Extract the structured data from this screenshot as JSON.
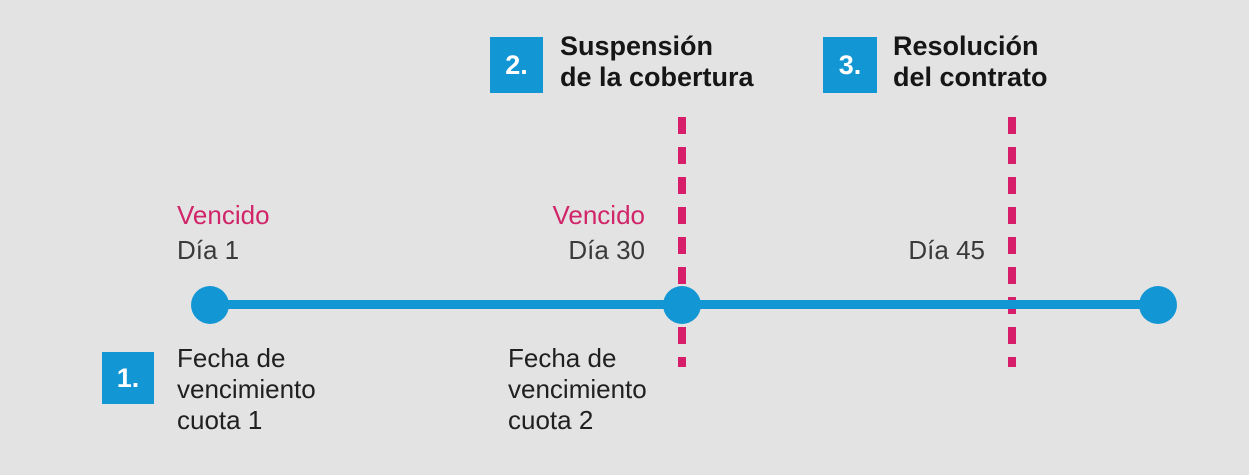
{
  "palette": {
    "background": "#e3e3e3",
    "accent_blue": "#1397d4",
    "accent_pink": "#d61e6b",
    "text_dark": "#161616",
    "text_gray": "#3a3a3a"
  },
  "top_events": [
    {
      "number": "2.",
      "title": "Suspensión\nde la cobertura"
    },
    {
      "number": "3.",
      "title": "Resolución\ndel contrato"
    }
  ],
  "bottom_events": [
    {
      "number": "1.",
      "title": "Fecha de\nvencimiento\ncuota 1"
    },
    {
      "title": "Fecha de\nvencimiento\ncuota 2"
    }
  ],
  "day_markers": [
    {
      "status": "Vencido",
      "day": "Día 1"
    },
    {
      "status": "Vencido",
      "day": "Día 30"
    },
    {
      "status": "",
      "day": "Día 45"
    }
  ]
}
